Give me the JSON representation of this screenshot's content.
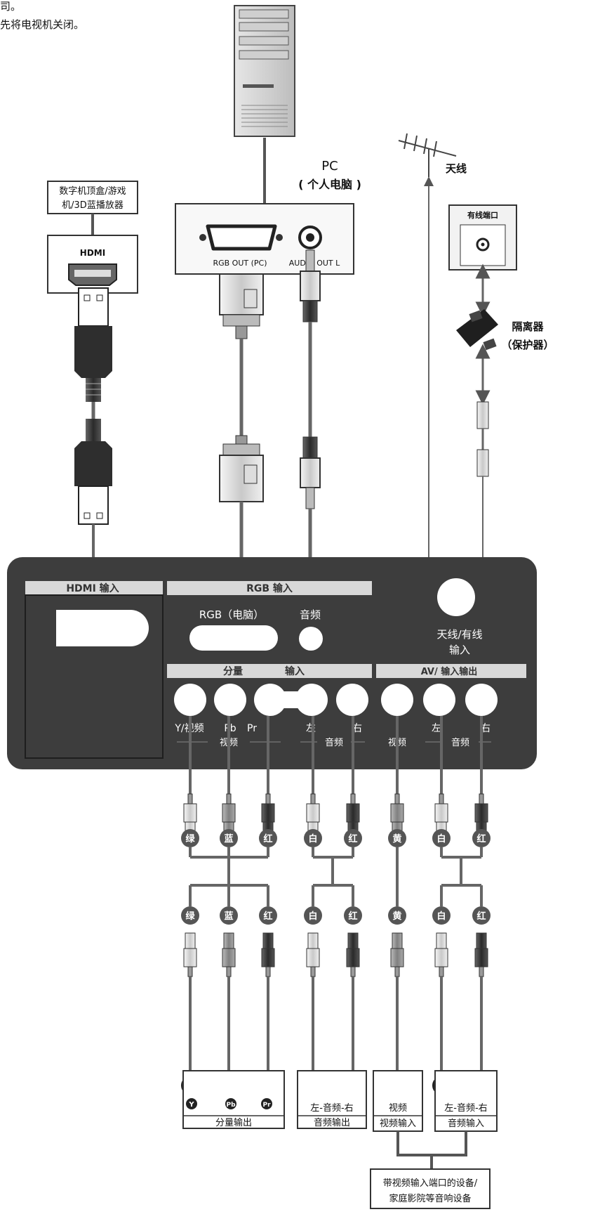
{
  "intro": {
    "line1": "司。",
    "line2": "先将电视机关闭。"
  },
  "pc": {
    "label": "PC",
    "sublabel": "( 个人电脑 )",
    "rgb_out": "RGB OUT (PC)",
    "audio_out": "AUDIO OUT L"
  },
  "hdmi_source": {
    "label_line1": "数字机顶盒/游戏",
    "label_line2": "机/3D蓝播放器",
    "port_label": "HDMI"
  },
  "antenna": {
    "label": "天线"
  },
  "cable_port": {
    "label": "有线端口"
  },
  "isolator": {
    "label_line1": "隔离器",
    "label_line2": "（保护器）"
  },
  "tv_panel": {
    "hdmi_input": "HDMI 输入",
    "rgb_input": "RGB 输入",
    "rgb_pc": "RGB（电脑）",
    "audio": "音频",
    "antenna_cable_input_line1": "天线/有线",
    "antenna_cable_input_line2": "输入",
    "component_input_a": "分量",
    "component_input_b": "输入",
    "av_input_output": "AV/ 输入输出",
    "y_video": "Y/视频",
    "pb": "Pb",
    "pr": "Pr",
    "video_sub": "视频",
    "left": "左",
    "right": "右",
    "audio_sub": "音频",
    "video": "视频"
  },
  "plug_colors": {
    "green": "绿",
    "blue": "蓝",
    "red": "红",
    "white": "白",
    "yellow": "黄"
  },
  "devices": {
    "component_out": "分量输出",
    "y_mark": "Y",
    "pb_mark": "Pb",
    "pr_mark": "Pr",
    "audio_lr": "左-音频-右",
    "audio_out": "音频输出",
    "video": "视频",
    "video_in": "视频输入",
    "audio_in": "音频输入",
    "bottom_line1": "带视频输入端口的设备/",
    "bottom_line2": "家庭影院等音响设备"
  },
  "colors": {
    "panel": "#3d3d3d",
    "panel_bar": "#d8d8d8",
    "cable": "#6a6a6a",
    "port": "#ffffff"
  }
}
